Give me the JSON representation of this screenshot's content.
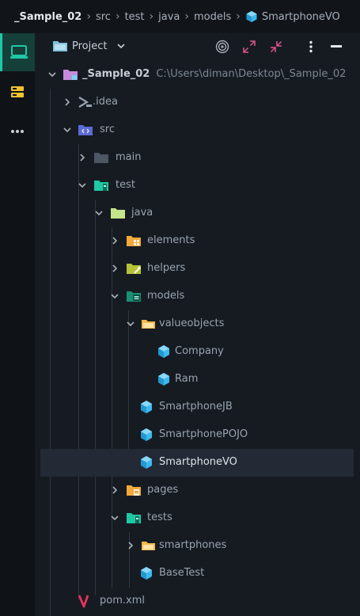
{
  "breadcrumb": {
    "items": [
      "_Sample_02",
      "src",
      "test",
      "java",
      "models",
      "SmartphoneVO"
    ]
  },
  "toolbar": {
    "project_label": "Project"
  },
  "tree": {
    "root": {
      "name": "_Sample_02",
      "path": "C:\\Users\\diman\\Desktop\\_Sample_02"
    },
    "idea": ".idea",
    "src": "src",
    "main": "main",
    "test": "test",
    "java": "java",
    "elements": "elements",
    "helpers": "helpers",
    "models": "models",
    "valueobjects": "valueobjects",
    "company": "Company",
    "ram": "Ram",
    "smartphone_jb": "SmartphoneJB",
    "smartphone_pojo": "SmartphonePOJO",
    "smartphone_vo": "SmartphoneVO",
    "pages": "pages",
    "tests": "tests",
    "smartphones": "smartphones",
    "base_test": "BaseTest",
    "pom": "pom.xml"
  },
  "colors": {
    "accent": "#1fc8a5",
    "class_icon": "#3cb9ef",
    "folder_orange": "#f2a93b",
    "selection": "#232a35"
  }
}
